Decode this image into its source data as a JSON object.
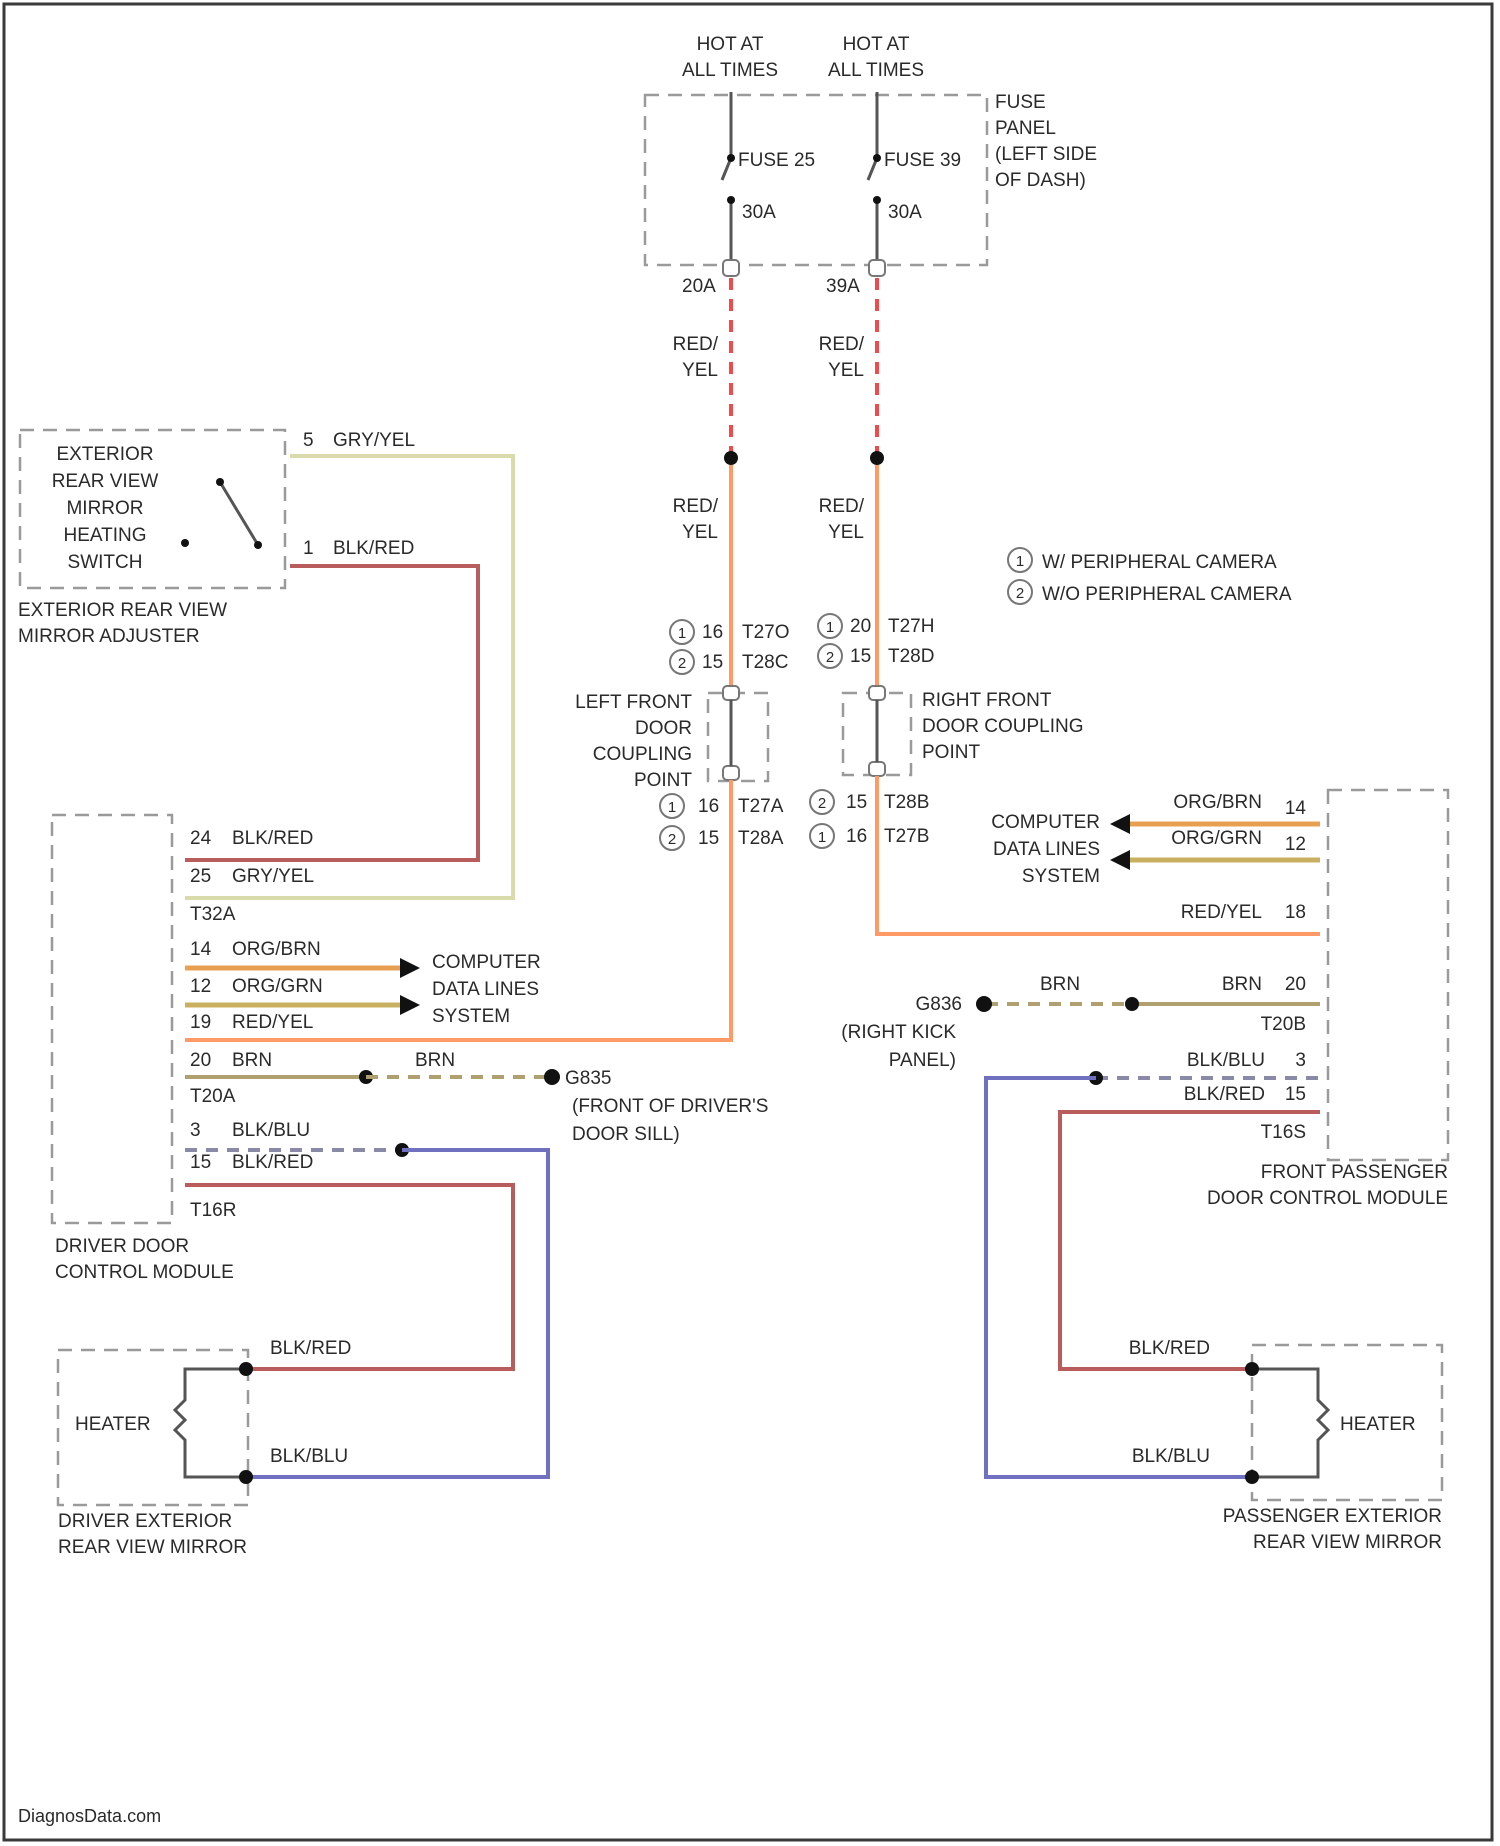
{
  "colors": {
    "red_yel": "#ff9966",
    "red_yel_dash": "#f04a4a",
    "bla_red": "#b85c5c",
    "gry_yel": "#d9dcaa",
    "org_brn": "#e8a050",
    "org_grn": "#c8b060",
    "brn": "#b0a070",
    "bla_blu": "#7070c0",
    "frame": "#3a3a3a",
    "text": "#2a2a2a"
  },
  "labels": {
    "hot_left": [
      "HOT AT",
      "ALL TIMES"
    ],
    "hot_right": [
      "HOT AT",
      "ALL TIMES"
    ],
    "fuse_panel": [
      "FUSE",
      "PANEL",
      "(LEFT SIDE",
      "OF DASH)"
    ],
    "fuse_25": "FUSE 25",
    "fuse_39": "FUSE 39",
    "amp_left": "30A",
    "amp_right": "30A",
    "pin_left": "20A",
    "pin_right": "39A",
    "red_yel_wire": [
      "RED/",
      "YEL"
    ],
    "legend_with": "W/ PERIPHERAL CAMERA",
    "legend_without": "W/O PERIPHERAL CAMERA",
    "legend_1": "1",
    "legend_2": "2",
    "switch_name": [
      "EXTERIOR",
      "REAR VIEW",
      "MIRROR",
      "HEATING",
      "SWITCH"
    ],
    "adjuster_name": [
      "EXTERIOR REAR VIEW",
      "MIRROR ADJUSTER"
    ],
    "sw_pin5": "5",
    "sw_pin5_wire": "GRY/YEL",
    "sw_pin1": "1",
    "sw_pin1_wire": "BLK/RED",
    "left_conn": {
      "a_pin": "16",
      "a_name": "T27O",
      "b_pin": "15",
      "b_name": "T28C",
      "c_pin": "16",
      "c_name": "T27A",
      "d_pin": "15",
      "d_name": "T28A",
      "circle_a": "1",
      "circle_b": "2",
      "circle_c": "1",
      "circle_d": "2"
    },
    "right_conn": {
      "a_pin": "20",
      "a_name": "T27H",
      "b_pin": "15",
      "b_name": "T28D",
      "c_pin": "15",
      "c_name": "T28B",
      "d_pin": "16",
      "d_name": "T27B",
      "circle_a": "1",
      "circle_b": "2",
      "circle_c": "2",
      "circle_d": "1"
    },
    "left_coupling": [
      "LEFT FRONT",
      "DOOR",
      "COUPLING",
      "POINT"
    ],
    "right_coupling": [
      "RIGHT FRONT",
      "DOOR COUPLING",
      "POINT"
    ],
    "driver_module": [
      "DRIVER DOOR",
      "CONTROL MODULE"
    ],
    "passenger_module": [
      "FRONT PASSENGER",
      "DOOR CONTROL MODULE"
    ],
    "dm_pins": {
      "p24": "24",
      "w24": "BLK/RED",
      "p25": "25",
      "w25": "GRY/YEL",
      "c1": "T32A",
      "p14": "14",
      "w14": "ORG/BRN",
      "p12": "12",
      "w12": "ORG/GRN",
      "p19": "19",
      "w19": "RED/YEL",
      "p20": "20",
      "w20": "BRN",
      "c2": "T20A",
      "p3": "3",
      "w3": "BLK/BLU",
      "p15": "15",
      "w15": "BLK/RED",
      "c3": "T16R"
    },
    "pm_pins": {
      "p14": "14",
      "w14": "ORG/BRN",
      "p12": "12",
      "w12": "ORG/GRN",
      "p18": "18",
      "w18": "RED/YEL",
      "p20": "20",
      "w20": "BRN",
      "c1": "T20B",
      "p3": "3",
      "w3": "BLK/BLU",
      "p15": "15",
      "w15": "BLK/RED",
      "c2": "T16S"
    },
    "computer_left": [
      "COMPUTER",
      "DATA LINES",
      "SYSTEM"
    ],
    "computer_right": [
      "COMPUTER",
      "DATA LINES",
      "SYSTEM"
    ],
    "brn_left_mid": "BRN",
    "brn_right_mid": "BRN",
    "ground_left": [
      "G835",
      "(FRONT OF DRIVER'S",
      "DOOR SILL)"
    ],
    "ground_right": [
      "G836",
      "(RIGHT KICK",
      "PANEL)"
    ],
    "heater_left": "HEATER",
    "heater_right": "HEATER",
    "hl_blk_red": "BLK/RED",
    "hl_blk_blu": "BLK/BLU",
    "hr_blk_red": "BLK/RED",
    "hr_blk_blu": "BLK/BLU",
    "driver_mirror": [
      "DRIVER EXTERIOR",
      "REAR VIEW MIRROR"
    ],
    "passenger_mirror": [
      "PASSENGER EXTERIOR",
      "REAR VIEW MIRROR"
    ],
    "footer": "DiagnosData.com"
  }
}
